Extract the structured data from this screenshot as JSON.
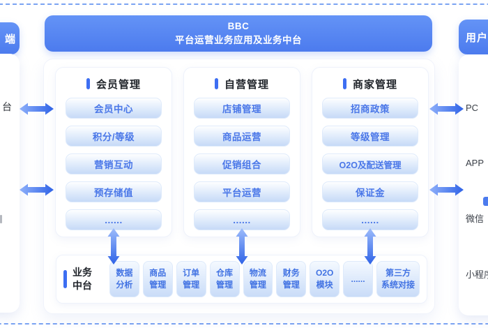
{
  "banner": {
    "line1": "BBC",
    "line2": "平台运营业务应用及业务中台"
  },
  "left_panel": {
    "header_fragment": "端",
    "item_fragment": "台"
  },
  "right_panel": {
    "header": "用户",
    "items": [
      "PC",
      "APP",
      "微信",
      "小程序"
    ]
  },
  "columns": [
    {
      "title": "会员管理",
      "items": [
        "会员中心",
        "积分/等级",
        "营销互动",
        "预存储值",
        "......"
      ]
    },
    {
      "title": "自营管理",
      "items": [
        "店铺管理",
        "商品运营",
        "促销组合",
        "平台运营",
        "......"
      ]
    },
    {
      "title": "商家管理",
      "items": [
        "招商政策",
        "等级管理",
        "O2O及配送管理",
        "保证金",
        "......"
      ]
    }
  ],
  "middle_platform": {
    "label_line1": "业务",
    "label_line2": "中台",
    "modules": [
      {
        "line1": "数据",
        "line2": "分析"
      },
      {
        "line1": "商品",
        "line2": "管理"
      },
      {
        "line1": "订单",
        "line2": "管理"
      },
      {
        "line1": "仓库",
        "line2": "管理"
      },
      {
        "line1": "物流",
        "line2": "管理"
      },
      {
        "line1": "财务",
        "line2": "管理"
      },
      {
        "line1": "O2O",
        "line2": "模块"
      },
      {
        "line1": "......",
        "line2": ""
      },
      {
        "line1": "第三方",
        "line2": "系统对接"
      }
    ]
  },
  "colors": {
    "banner_blue_top": "#6493F6",
    "banner_blue_bottom": "#4C7BEE",
    "accent_bar": "#3D6EF2",
    "button_text": "#4A77E8",
    "arrow_light": "#8FB0FA",
    "arrow_dark": "#2F63E7",
    "dashed_border": "#7AA3F2"
  }
}
